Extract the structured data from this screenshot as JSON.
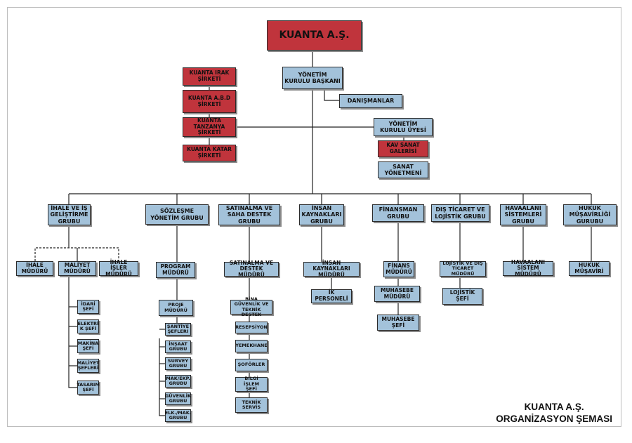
{
  "top": "KUANTA A.Ş.",
  "board_chair": "YÖNETİM KURULU BAŞKANI",
  "advisors": "DANIŞMANLAR",
  "board_member": "YÖNETİM KURULU ÜYESİ",
  "art_gallery": "KAV SANAT GALERİSİ",
  "art_management": "SANAT YÖNETMENİ",
  "companies": [
    "KUANTA IRAK ŞİRKETİ",
    "KUANTA A.B.D ŞİRKETİ",
    "KUANTA TANZANYA ŞİRKETİ",
    "KUANTA KATAR ŞİRKETİ"
  ],
  "groups": [
    "İHALE VE İŞ GELİŞTİRME GRUBU",
    "SÖZLEŞME YÖNETİM GRUBU",
    "SATINALMA VE SAHA DESTEK GRUBU",
    "İNSAN KAYNAKLARI GRUBU",
    "FİNANSMAN GRUBU",
    "DIŞ TİCARET VE LOJİSTİK GRUBU",
    "HAVAALANI SİSTEMLERİ GRUBU",
    "HUKUK MÜŞAVİRLİĞİ GURUBU"
  ],
  "tender": {
    "managers": [
      "İHALE MÜDÜRÜ",
      "MALİYET MÜDÜRÜ",
      "İHALE İŞLER MÜDÜRÜ"
    ],
    "chiefs": [
      "İDARİ ŞEFİ",
      "ELEKTRİ K ŞEFİ",
      "MAKİNA ŞEFİ",
      "MALİYET ŞEFLERİ",
      "TASARIM ŞEFİ"
    ]
  },
  "contract": {
    "program": "PROGRAM MÜDÜRÜ",
    "project": "PROJE MÜDÜRÜ",
    "sub": [
      "ŞANTİYE ŞEFLERİ",
      "İNŞAAT GRUBU",
      "SURVEY GRUBU",
      "MAK/EKP. GRUBU",
      "GÜVENLİK GRUBU",
      "ELK./MAK. GRUBU"
    ]
  },
  "procurement": {
    "manager": "SATINALMA VE DESTEK MÜDÜRÜ",
    "sub": [
      "BİNA GÜVENLİK VE TEKNİK DESTEK",
      "RESEPSİYON",
      "YEMEKHANE",
      "ŞOFÖRLER",
      "BİLGİ İŞLEM ŞEFİ",
      "TEKNİK SERVİS"
    ]
  },
  "hr": {
    "manager": "İNSAN KAYNAKLARI MÜDÜRÜ",
    "staff": "İK PERSONELİ"
  },
  "finance": {
    "manager": "FİNANS MÜDÜRÜ",
    "accounting_manager": "MUHASEBE MÜDÜRÜ",
    "accounting_chief": "MUHASEBE ŞEFİ"
  },
  "trade": {
    "manager": "LOJİSTİK VE DIŞ TİCARET MÜDÜRÜ",
    "chief": "LOJİSTİK ŞEFİ"
  },
  "airport": {
    "manager": "HAVAALANI SİSTEM MÜDÜRÜ"
  },
  "legal": {
    "advisor": "HUKUK MÜŞAVİRİ"
  },
  "caption": [
    "KUANTA A.Ş.",
    "ORGANİZASYON ŞEMASI"
  ],
  "colors": {
    "blue_box": "#a3c2da",
    "red_box": "#c0343c",
    "line": "#222222"
  }
}
